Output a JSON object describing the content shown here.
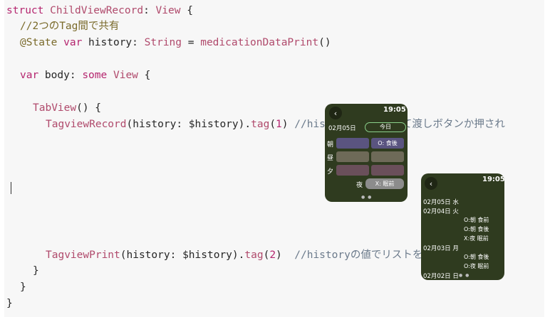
{
  "code": {
    "l1": {
      "kw": "struct",
      "name": " ChildViewRecord",
      "colon": ": ",
      "type": "View",
      "rest": " {"
    },
    "l2": {
      "comment": "//2つのTag間で共有"
    },
    "l3": {
      "attr": "@State",
      "kw": " var",
      "name": " history",
      "colon": ": ",
      "type": "String",
      "eq": " = ",
      "fn": "medicationDataPrint",
      "rest": "()"
    },
    "l4": {
      "kw": "var",
      "name": " body",
      "colon": ": ",
      "kw2": "some",
      "type": " View",
      "rest": " {"
    },
    "l5": {
      "type": "TabView",
      "rest": "() {"
    },
    "l6": {
      "type": "TagviewRecord",
      "a": "(history: $history).",
      "fn": "tag",
      "b": "(",
      "num": "1",
      "c": ") ",
      "comment": "//historyを引数として渡しボタンか押され"
    },
    "l7": {
      "type": "TagviewPrint",
      "a": "(history: $history).",
      "fn": "tag",
      "b": "(",
      "num": "2",
      "c": ")  ",
      "comment": "//historyの値でリストを表示する"
    },
    "l8": {
      "rest": "}"
    },
    "l9": {
      "rest": "}"
    },
    "l10": {
      "rest": "}"
    }
  },
  "watch1": {
    "back": "‹",
    "time": "19:05",
    "date": "02月05日",
    "today": "今日",
    "rows": [
      {
        "label": "朝",
        "cell": "O: 食後"
      },
      {
        "label": "昼",
        "cell": ""
      },
      {
        "label": "夕",
        "cell": ""
      }
    ],
    "night_label": "夜",
    "night_value": "X: 眠前",
    "dots": "● ●"
  },
  "watch2": {
    "back": "‹",
    "time": "19:05",
    "entries": [
      {
        "date": "02月05日 水",
        "items": []
      },
      {
        "date": "02月04日 火",
        "items": [
          "O:朝 食前",
          "O:朝 食後",
          "X:夜 眠前"
        ]
      },
      {
        "date": "02月03日 月",
        "items": [
          "O:朝 食後",
          "O:夜 眠前"
        ]
      },
      {
        "date": "02月02日 日",
        "items": []
      }
    ],
    "dots": "● ●"
  },
  "colors": {
    "watch_bg": "#2f3b1f",
    "row_purple": "#5a5480",
    "row_gray": "#6e6a58",
    "row_olive": "#5f5e4a",
    "pill_gray": "#8c8c8c"
  }
}
